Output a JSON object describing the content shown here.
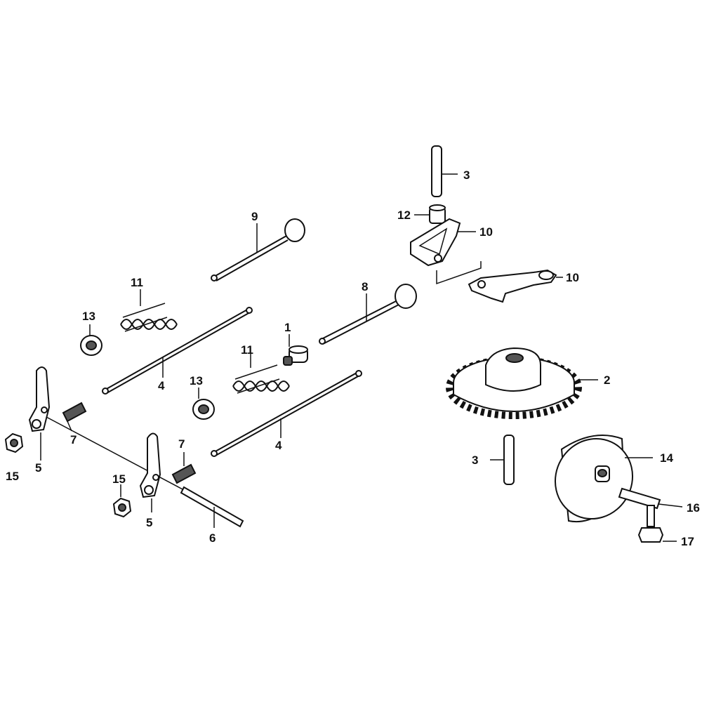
{
  "callouts": {
    "c1": "1",
    "c2": "2",
    "c3a": "3",
    "c3b": "3",
    "c4a": "4",
    "c4b": "4",
    "c5a": "5",
    "c5b": "5",
    "c6": "6",
    "c7a": "7",
    "c7b": "7",
    "c8": "8",
    "c9": "9",
    "c10a": "10",
    "c10b": "10",
    "c11a": "11",
    "c11b": "11",
    "c12": "12",
    "c13a": "13",
    "c13b": "13",
    "c14": "14",
    "c15a": "15",
    "c15b": "15",
    "c16": "16",
    "c17": "17"
  }
}
